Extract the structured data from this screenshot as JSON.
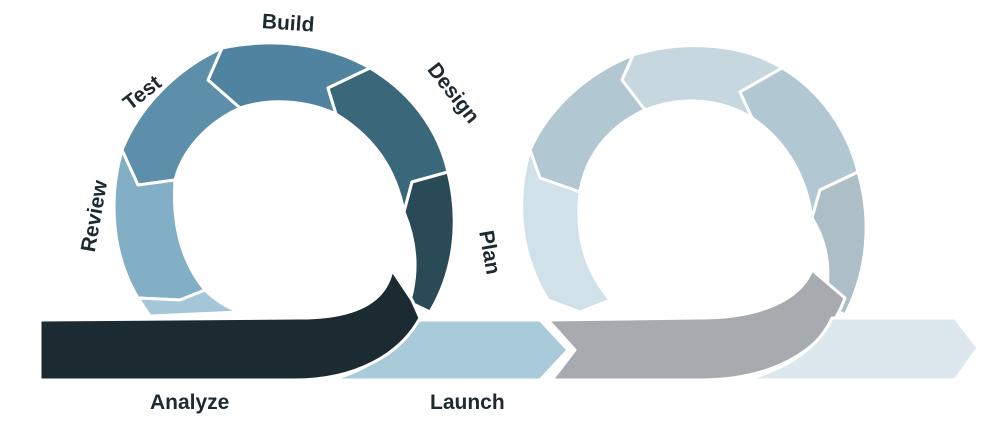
{
  "phases": {
    "build": "Build",
    "design": "Design",
    "plan": "Plan",
    "test": "Test",
    "review": "Review",
    "analyze": "Analyze",
    "launch": "Launch"
  },
  "colors": {
    "build": "#4f83a0",
    "design": "#3a6779",
    "plan": "#2b4a58",
    "test": "#5d8eaa",
    "review": "#82aec6",
    "review_bottom": "#a5c6d8",
    "analyze": "#1c2b31",
    "launch": "#a9cad9",
    "ghost_1": "#c6d7df",
    "ghost_2": "#b1c8d3",
    "ghost_3": "#aebec6",
    "ghost_4": "#a4b2b8",
    "ghost_5": "#d0e1e9",
    "ghost_base": "#a7abaf",
    "ghost_arrow": "#dde8ee"
  }
}
